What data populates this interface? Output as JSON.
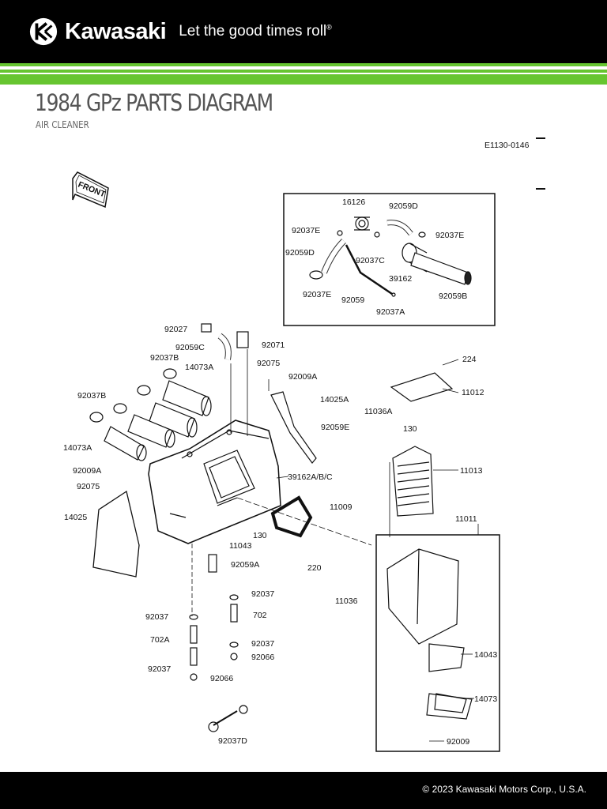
{
  "header": {
    "brand": "Kawasaki",
    "tagline": "Let the good times roll",
    "tagline_mark": "®",
    "logo_icon": "kawasaki-river-mark-icon"
  },
  "page": {
    "title": "1984 GPz PARTS DIAGRAM",
    "subtitle": "AIR CLEANER"
  },
  "diagram": {
    "code": "E1130-0146",
    "front_label": "FRONT",
    "part_labels": [
      "16126",
      "92059D",
      "92037E",
      "92037E",
      "92059D",
      "92037C",
      "39162",
      "92037E",
      "92059",
      "92037A",
      "92059B",
      "92027",
      "92059C",
      "92071",
      "92037B",
      "14073A",
      "92075",
      "92009A",
      "14025A",
      "224",
      "11012",
      "92037B",
      "11036A",
      "130",
      "92059E",
      "14073A",
      "11013",
      "92009A",
      "39162A/B/C",
      "92075",
      "11009",
      "14025",
      "11011",
      "130",
      "11043",
      "92059A",
      "220",
      "11036",
      "92037",
      "92037",
      "702",
      "702A",
      "92037",
      "92066",
      "92037",
      "92066",
      "14043",
      "14073",
      "92037D",
      "92009"
    ]
  },
  "colors": {
    "header_bg": "#000000",
    "accent_green": "#66c530",
    "title_gray": "#555555"
  },
  "footer": {
    "copyright": "© 2023 Kawasaki Motors Corp., U.S.A."
  }
}
